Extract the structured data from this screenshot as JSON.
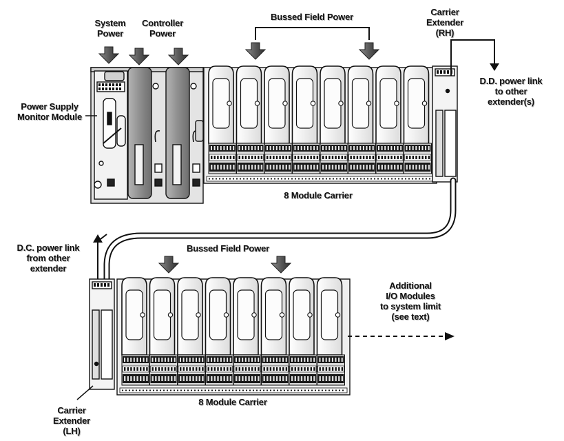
{
  "labels": {
    "system_power": [
      "System",
      "Power"
    ],
    "controller_power": [
      "Controller",
      "Power"
    ],
    "bussed_field_power_top": "Bussed Field Power",
    "carrier_extender_rh": [
      "Carrier",
      "Extender",
      "(RH)"
    ],
    "dd_power_link": [
      "D.D. power link",
      "to other",
      "extender(s)"
    ],
    "power_supply_monitor": [
      "Power Supply",
      "Monitor Module"
    ],
    "module_carrier_top": "8 Module Carrier",
    "dc_power_link": [
      "D.C. power link",
      "from other",
      "extender"
    ],
    "bussed_field_power_bottom": "Bussed Field Power",
    "additional_io": [
      "Additional",
      "I/O Modules",
      "to system limit",
      "(see text)"
    ],
    "module_carrier_bottom": "8 Module Carrier",
    "carrier_extender_lh": [
      "Carrier",
      "Extender",
      "(LH)"
    ]
  },
  "top_carrier": {
    "module_count": 8
  },
  "bottom_carrier": {
    "module_count": 8
  },
  "colors": {
    "outline": "#111111",
    "module_fill": "#e9e9e9",
    "controller_fill": "#9a9a9a",
    "arrow_fill": "#555555",
    "terminal_dark": "#1a1a1a"
  }
}
